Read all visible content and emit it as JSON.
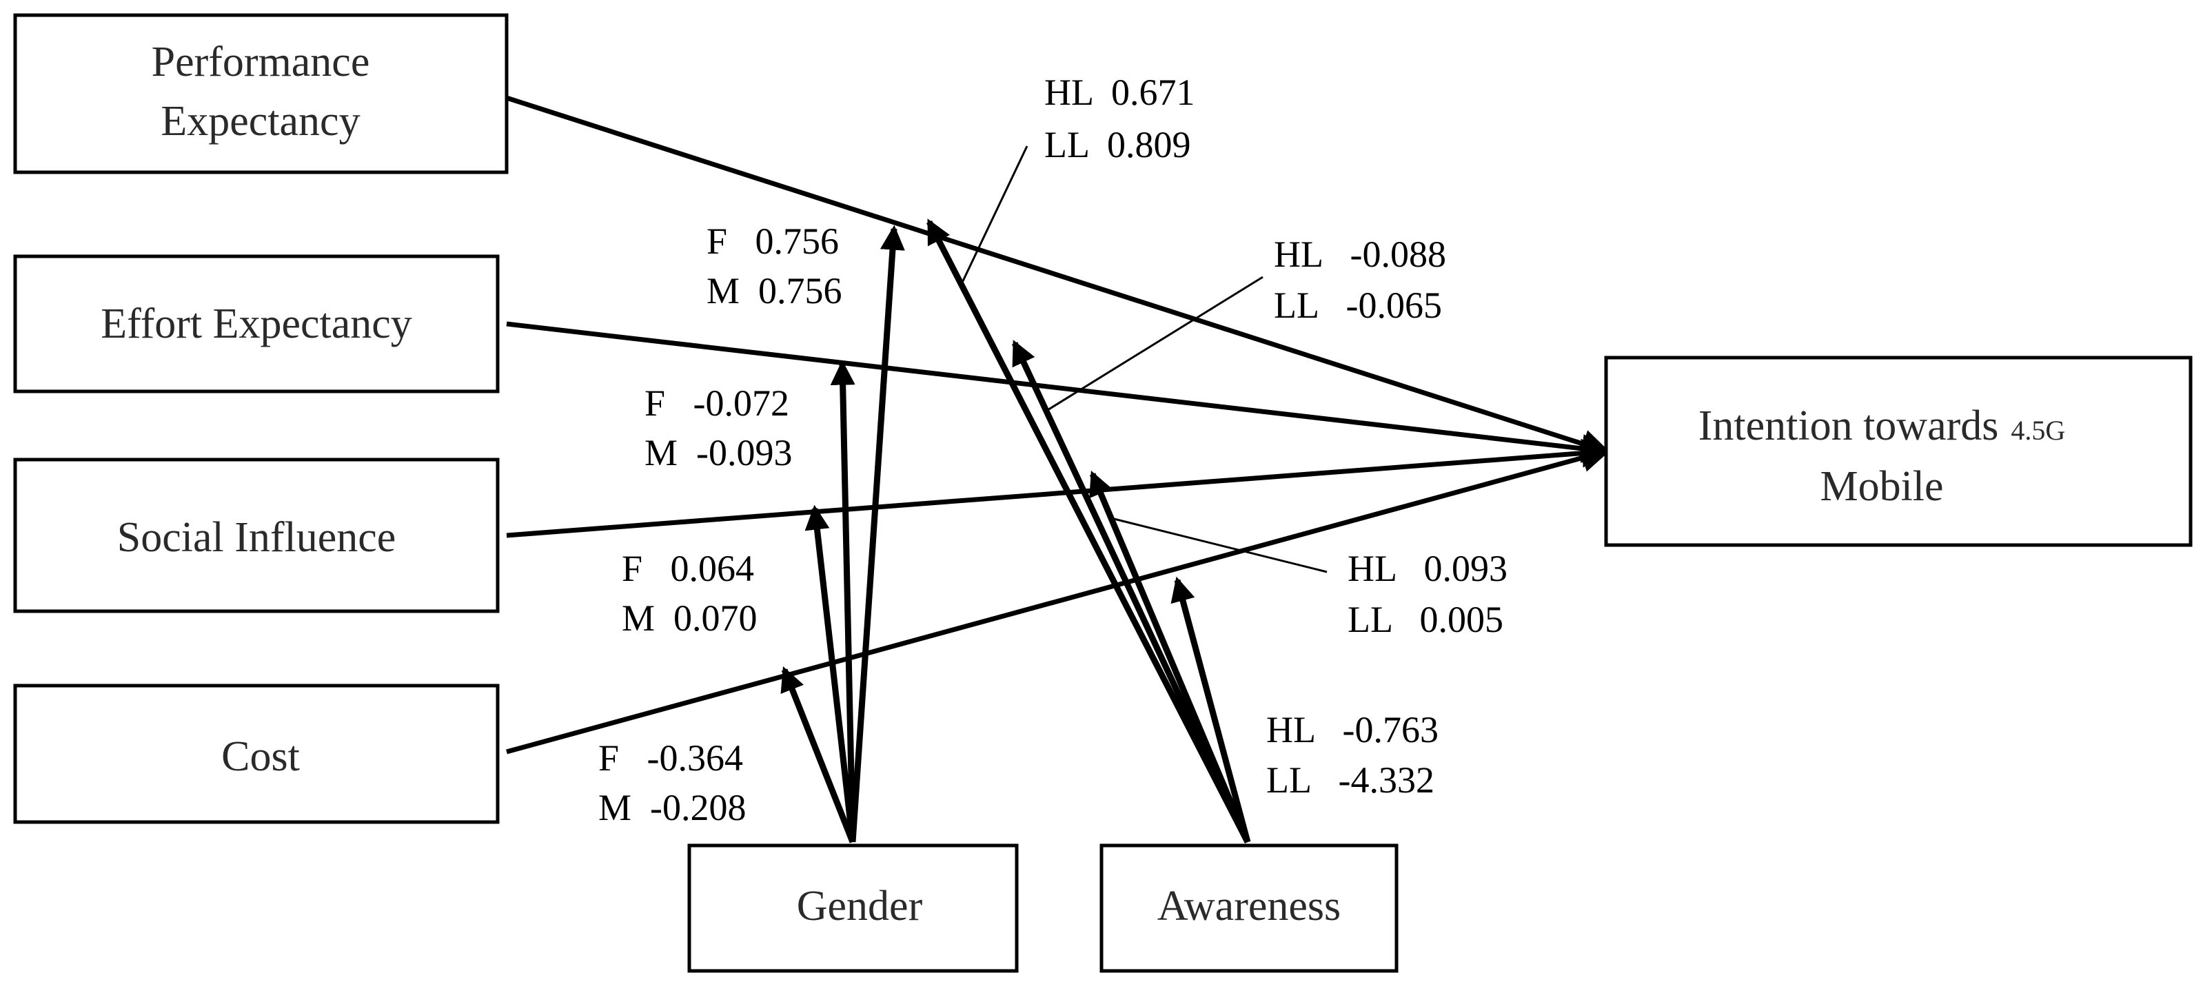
{
  "constructs": {
    "performance_expectancy": [
      "Performance",
      "Expectancy"
    ],
    "effort_expectancy": "Effort Expectancy",
    "social_influence": "Social Influence",
    "cost": "Cost",
    "intention": {
      "line1_main": "Intention towards",
      "line1_small": "4.5G",
      "line2": "Mobile"
    },
    "gender": "Gender",
    "awareness": "Awareness"
  },
  "gender_coefficients": {
    "performance_expectancy": [
      "F   0.756",
      "M  0.756"
    ],
    "effort_expectancy": [
      "F   -0.072",
      "M  -0.093"
    ],
    "social_influence": [
      "F   0.064",
      "M  0.070"
    ],
    "cost": [
      "F   -0.364",
      "M  -0.208"
    ]
  },
  "awareness_coefficients": {
    "performance_expectancy": [
      "HL  0.671",
      "LL  0.809"
    ],
    "effort_expectancy": [
      "HL   -0.088",
      "LL   -0.065"
    ],
    "social_influence": [
      "HL   0.093",
      "LL   0.005"
    ],
    "cost": [
      "HL   -0.763",
      "LL   -4.332"
    ]
  },
  "colors": {
    "line": "#000000",
    "box_text": "#2a2a2a",
    "background": "#ffffff"
  }
}
